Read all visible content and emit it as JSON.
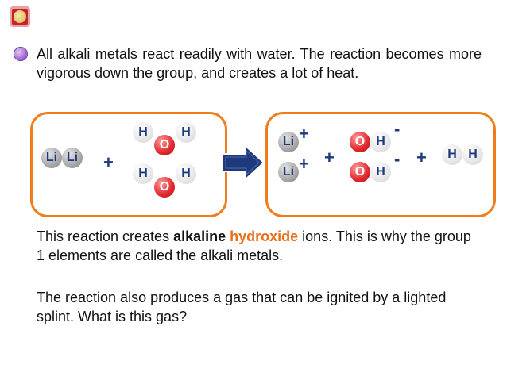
{
  "paragraph1": "All alkali metals react readily with water. The reaction becomes more vigorous down the group, and creates a lot of heat.",
  "paragraph2": {
    "before": "This reaction creates ",
    "word1": "alkaline",
    "between": " ",
    "word2": "hydroxide",
    "after": " ions. This is why the group 1 elements are called the alkali metals."
  },
  "paragraph3": "The reaction also produces a gas that can be ignited by a lighted splint. What is this gas?",
  "reactants": {
    "li1": "Li",
    "li2": "Li",
    "plus": "+",
    "water1": {
      "h_left": "H",
      "o": "O",
      "h_right": "H"
    },
    "water2": {
      "h_left": "H",
      "o": "O",
      "h_right": "H"
    }
  },
  "products": {
    "li_top": "Li",
    "li_top_charge": "+",
    "li_bottom": "Li",
    "li_bottom_charge": "+",
    "plus1": "+",
    "oh_top": {
      "o": "O",
      "h": "H",
      "charge": "-"
    },
    "oh_bottom": {
      "o": "O",
      "h": "H",
      "charge": "-"
    },
    "plus2": "+",
    "h2": {
      "h1": "H",
      "h2": "H"
    }
  },
  "colors": {
    "box_border": "#ef7d1a",
    "arrow": "#1f3a7c",
    "highlight_orange": "#e8701a",
    "atom_text": "#1f3a7c",
    "oxygen": "#e0272c"
  }
}
